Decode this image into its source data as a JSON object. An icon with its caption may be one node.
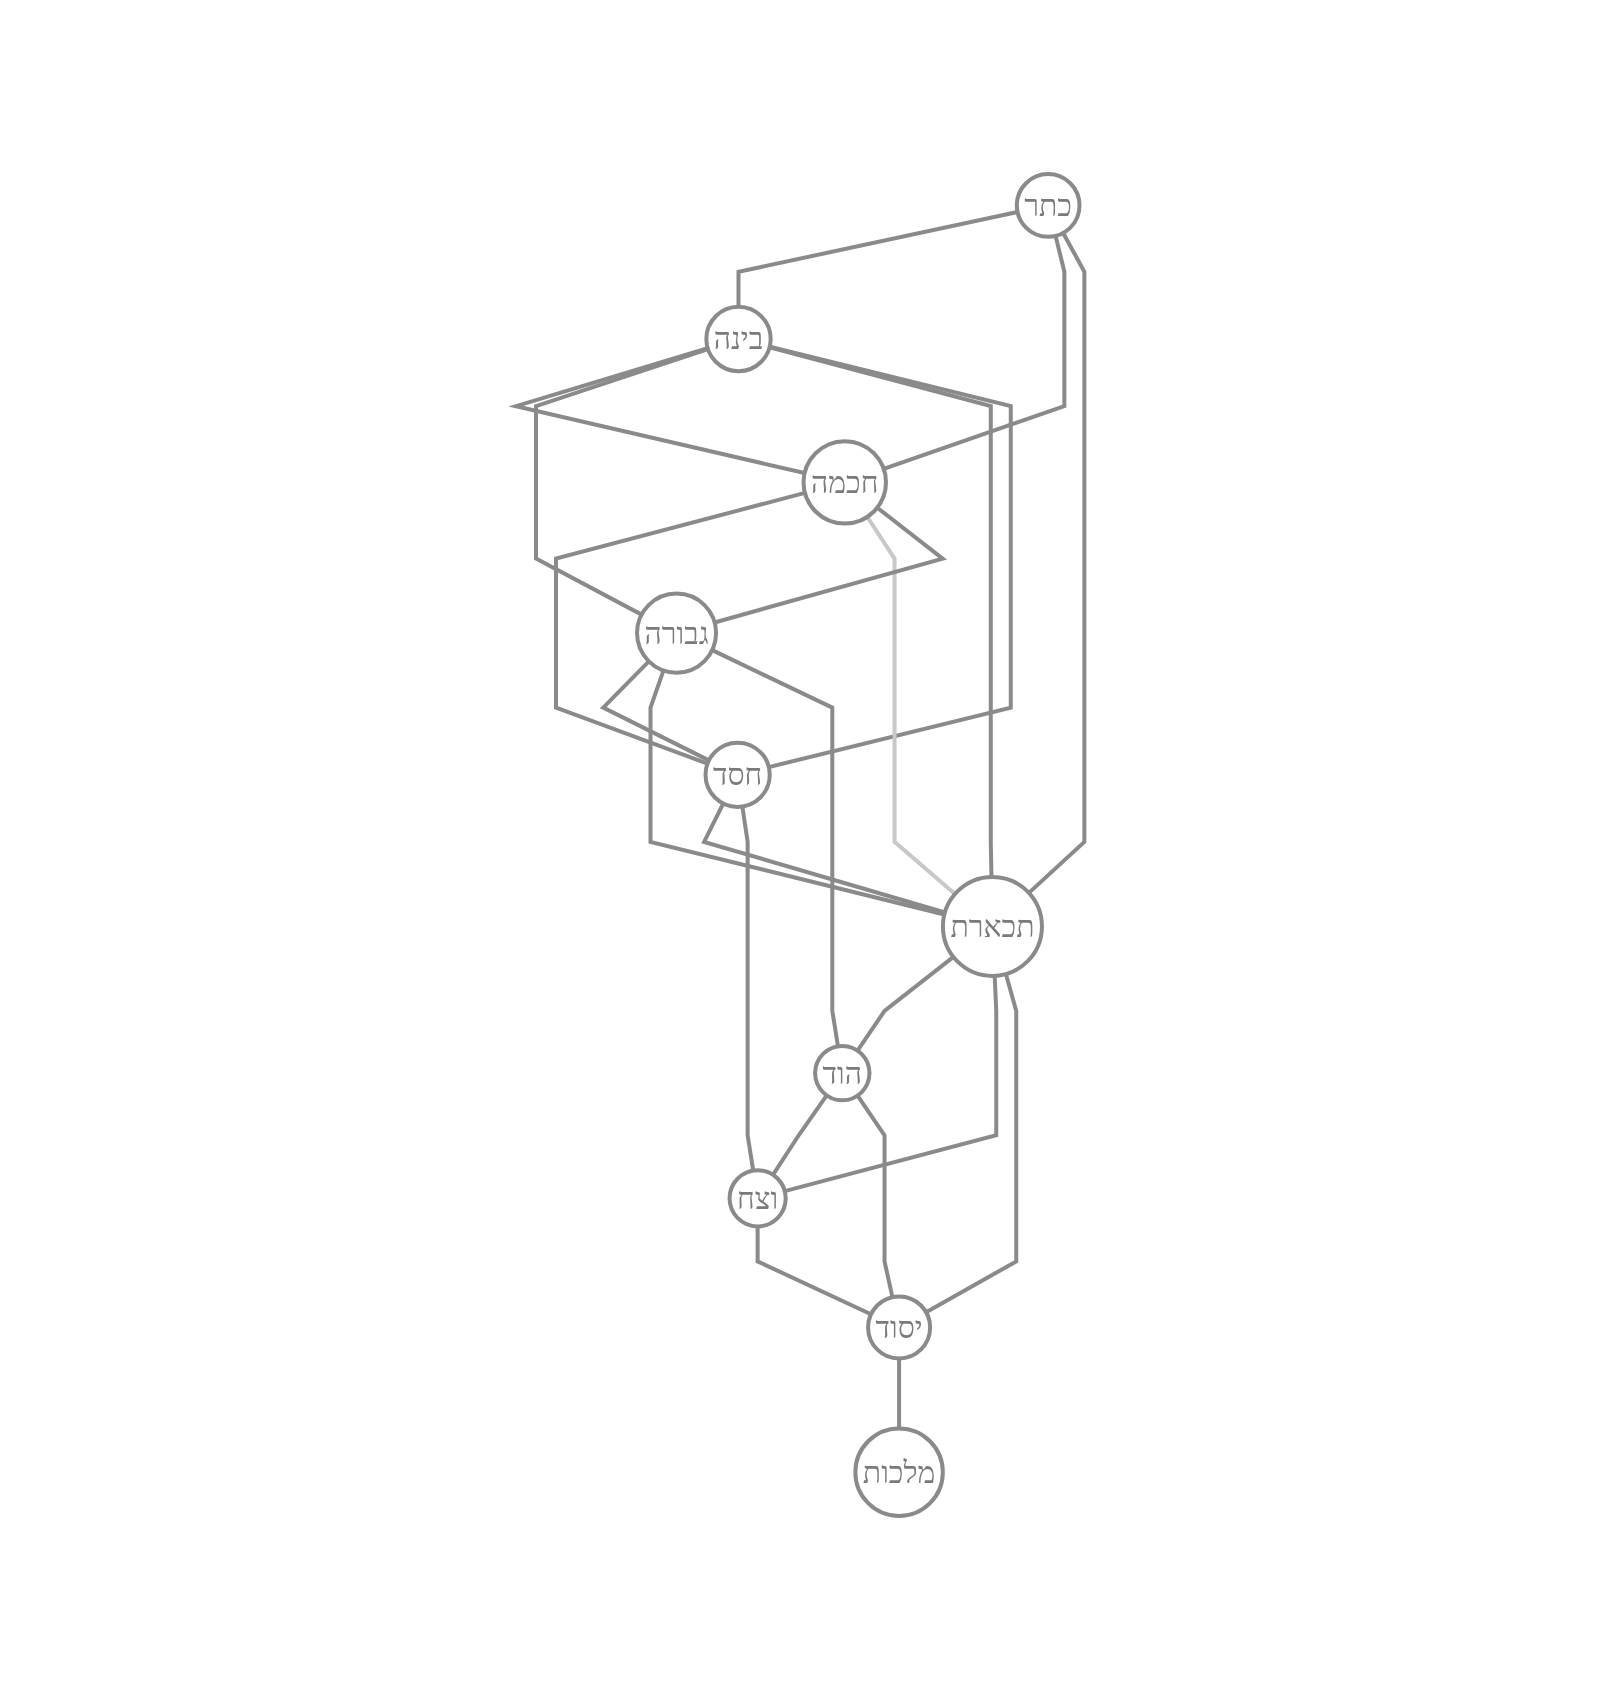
{
  "diagram": {
    "nodes": [
      {
        "text": [
          "כתר"
        ]
      },
      {
        "text": [
          "בינה"
        ]
      },
      {
        "text": [
          "חכמה"
        ]
      },
      {
        "text": [
          "גבורה"
        ]
      },
      {
        "text": [
          "חסד"
        ]
      },
      {
        "text": [
          "תכארת"
        ]
      },
      {
        "text": [
          "הוד"
        ]
      },
      {
        "text": [
          "וצח"
        ]
      },
      {
        "text": [
          "יסוד"
        ]
      },
      {
        "text": [
          "מלכות"
        ]
      }
    ],
    "edges": [
      {
        "from": 0,
        "to": 1,
        "arrow": "none"
      },
      {
        "from": 0,
        "to": 2,
        "arrow": "none"
      },
      {
        "from": 0,
        "to": 5,
        "arrow": "none"
      },
      {
        "from": 1,
        "to": 2,
        "arrow": "none"
      },
      {
        "from": 1,
        "to": 3,
        "arrow": "none"
      },
      {
        "from": 1,
        "to": 5,
        "arrow": "none"
      },
      {
        "from": 1,
        "to": 4,
        "arrow": "none"
      },
      {
        "from": 2,
        "to": 4,
        "arrow": "none"
      },
      {
        "from": 2,
        "to": 5,
        "arrow": "none",
        "color": "#c8c8c8"
      },
      {
        "from": 2,
        "to": 3,
        "arrow": "none"
      },
      {
        "from": 3,
        "to": 4,
        "arrow": "none"
      },
      {
        "from": 3,
        "to": 5,
        "arrow": "none"
      },
      {
        "from": 3,
        "to": 6,
        "arrow": "none"
      },
      {
        "from": 4,
        "to": 5,
        "arrow": "none"
      },
      {
        "from": 4,
        "to": 7,
        "arrow": "none"
      },
      {
        "from": 5,
        "to": 6,
        "arrow": "none"
      },
      {
        "from": 5,
        "to": 7,
        "arrow": "none"
      },
      {
        "from": 5,
        "to": 8,
        "arrow": "none"
      },
      {
        "from": 6,
        "to": 7,
        "arrow": "none"
      },
      {
        "from": 6,
        "to": 8,
        "arrow": "none"
      },
      {
        "from": 7,
        "to": 8,
        "arrow": "none"
      },
      {
        "from": 8,
        "to": 9,
        "arrow": "none"
      }
    ]
  }
}
